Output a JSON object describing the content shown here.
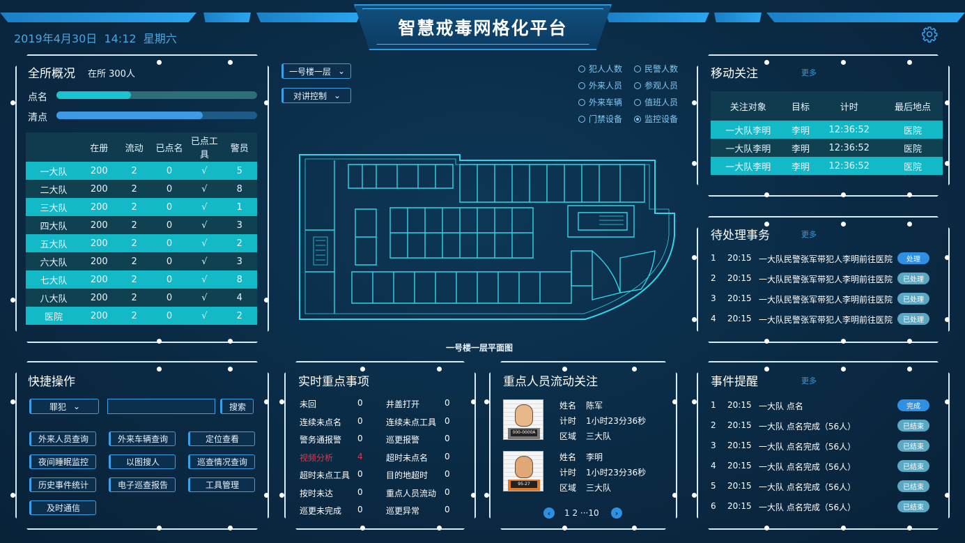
{
  "header": {
    "title": "智慧戒毒网格化平台",
    "date": "2019年4月30日",
    "time": "14:12",
    "weekday": "星期六"
  },
  "overview": {
    "title": "全所概况",
    "in_count": "在所 300人",
    "rollcall_label": "点名",
    "rollcall_progress": 0.37,
    "check_label": "清点",
    "check_progress": 0.73,
    "columns": [
      "",
      "在册",
      "流动",
      "已点名",
      "已点工具",
      "警员"
    ],
    "rows": [
      [
        "一大队",
        "200",
        "2",
        "0",
        "√",
        "5"
      ],
      [
        "二大队",
        "200",
        "2",
        "0",
        "√",
        "8"
      ],
      [
        "三大队",
        "200",
        "2",
        "0",
        "√",
        "1"
      ],
      [
        "四大队",
        "200",
        "2",
        "0",
        "√",
        "3"
      ],
      [
        "五大队",
        "200",
        "2",
        "0",
        "√",
        "2"
      ],
      [
        "六大队",
        "200",
        "2",
        "0",
        "√",
        "3"
      ],
      [
        "七大队",
        "200",
        "2",
        "0",
        "√",
        "8"
      ],
      [
        "八大队",
        "200",
        "2",
        "0",
        "√",
        "4"
      ],
      [
        "医院",
        "200",
        "2",
        "0",
        "√",
        "2"
      ]
    ]
  },
  "map": {
    "floor_select": "一号楼一层",
    "intercom_select": "对讲控制",
    "caption": "一号楼一层平面图",
    "legend": [
      "犯人人数",
      "民警人数",
      "外来人员",
      "参观人员",
      "外来车辆",
      "值班人员",
      "门禁设备",
      "监控设备"
    ],
    "selected_legend": "监控设备"
  },
  "mobile": {
    "title": "移动关注",
    "more": "更多",
    "columns": [
      "关注对象",
      "目标",
      "计时",
      "最后地点"
    ],
    "rows": [
      [
        "一大队李明",
        "李明",
        "12:36:52",
        "医院"
      ],
      [
        "一大队李明",
        "李明",
        "12:36:52",
        "医院"
      ],
      [
        "一大队李明",
        "李明",
        "12:36:52",
        "医院"
      ]
    ]
  },
  "pending": {
    "title": "待处理事务",
    "more": "更多",
    "rows": [
      {
        "no": "1",
        "time": "20:15",
        "text": "一大队民警张军带犯人李明前往医院",
        "status": "处理"
      },
      {
        "no": "2",
        "time": "20:15",
        "text": "一大队民警张军带犯人李明前往医院",
        "status": "已处理"
      },
      {
        "no": "3",
        "time": "20:15",
        "text": "一大队民警张军带犯人李明前往医院",
        "status": "已处理"
      },
      {
        "no": "4",
        "time": "20:15",
        "text": "一大队民警张军带犯人李明前往医院",
        "status": "已处理"
      }
    ]
  },
  "quick": {
    "title": "快捷操作",
    "select": "罪犯",
    "search_placeholder": "",
    "search_btn": "搜索",
    "buttons": [
      "外来人员查询",
      "外来车辆查询",
      "定位查看",
      "夜间睡眠监控",
      "以图搜人",
      "巡查情况查询",
      "历史事件统计",
      "电子巡查报告",
      "工具管理",
      "及时通信"
    ]
  },
  "realtime": {
    "title": "实时重点事项",
    "left": [
      [
        "未回",
        "0"
      ],
      [
        "连续未点名",
        "0"
      ],
      [
        "警务通报警",
        "0"
      ],
      [
        "视频分析",
        "4"
      ],
      [
        "超时未点工具",
        "0"
      ],
      [
        "按时未达",
        "0"
      ],
      [
        "巡更未完成",
        "0"
      ]
    ],
    "right": [
      [
        "井盖打开",
        "0"
      ],
      [
        "连续未点工具",
        "0"
      ],
      [
        "巡更报警",
        "0"
      ],
      [
        "超时未点名",
        "0"
      ],
      [
        "目的地超时",
        "0"
      ],
      [
        "重点人员流动",
        "0"
      ],
      [
        "巡更异常",
        "0"
      ]
    ]
  },
  "flow": {
    "title": "重点人员流动关注",
    "name_label": "姓名",
    "time_label": "计时",
    "area_label": "区域",
    "persons": [
      {
        "name": "陈军",
        "time": "1小时23分36秒",
        "area": "三大队",
        "badge": "000-0000A"
      },
      {
        "name": "李明",
        "time": "1小时23分36秒",
        "area": "三大队",
        "badge": "95-27"
      }
    ],
    "pager": "1 2 ···10"
  },
  "events": {
    "title": "事件提醒",
    "more": "更多",
    "rows": [
      {
        "no": "1",
        "time": "20:15",
        "text": "一大队 点名",
        "status": "完成"
      },
      {
        "no": "2",
        "time": "20:15",
        "text": "一大队 点名完成（56人）",
        "status": "已结束"
      },
      {
        "no": "3",
        "time": "20:15",
        "text": "一大队 点名完成（56人）",
        "status": "已结束"
      },
      {
        "no": "4",
        "time": "20:15",
        "text": "一大队 点名完成（56人）",
        "status": "已结束"
      },
      {
        "no": "5",
        "time": "20:15",
        "text": "一大队 点名完成（56人）",
        "status": "已结束"
      },
      {
        "no": "6",
        "time": "20:15",
        "text": "一大队 点名完成（56人）",
        "status": "已结束"
      }
    ]
  },
  "colors": {
    "accent": "#13b9c6",
    "blue": "#2f8fe0",
    "red": "#e0384b",
    "done": "#5aa8c4"
  }
}
